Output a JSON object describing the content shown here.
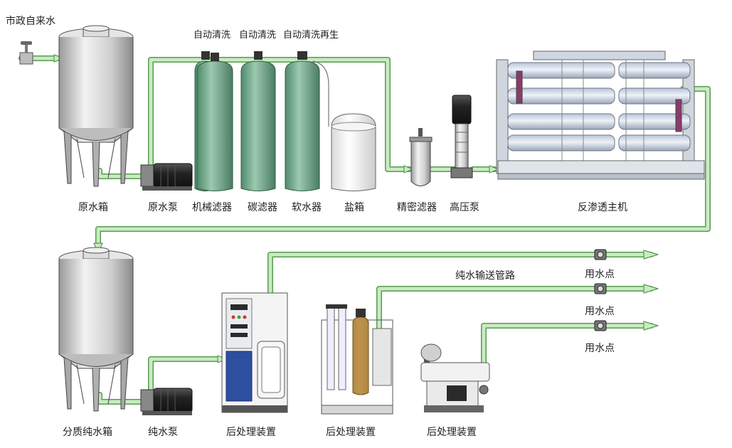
{
  "source": {
    "label": "市政自来水"
  },
  "top_row": {
    "raw_tank": "原水箱",
    "raw_pump": "原水泵",
    "mech_filter": "机械滤器",
    "carbon_filter": "碳滤器",
    "softener": "软水器",
    "salt_tank": "盐箱",
    "precision_filter": "精密滤器",
    "hp_pump": "高压泵",
    "ro_unit": "反渗透主机",
    "auto_clean_1": "自动清洗",
    "auto_clean_2": "自动清洗",
    "auto_regen": "自动清洗再生"
  },
  "bottom_row": {
    "pure_tank": "分质纯水箱",
    "pure_pump": "纯水泵",
    "post_1": "后处理装置",
    "post_2": "后处理装置",
    "post_3": "后处理装置",
    "pipeline": "纯水输送管路",
    "use_point_1": "用水点",
    "use_point_2": "用水点",
    "use_point_3": "用水点"
  },
  "colors": {
    "pipe_fill": "#c8ecc0",
    "pipe_stroke": "#5a9a55",
    "filter_green": "#6ea88a",
    "tank_gray": "#d8d8d8",
    "pump_dark": "#2a2a2a",
    "panel_blue": "#2d4fa0"
  }
}
